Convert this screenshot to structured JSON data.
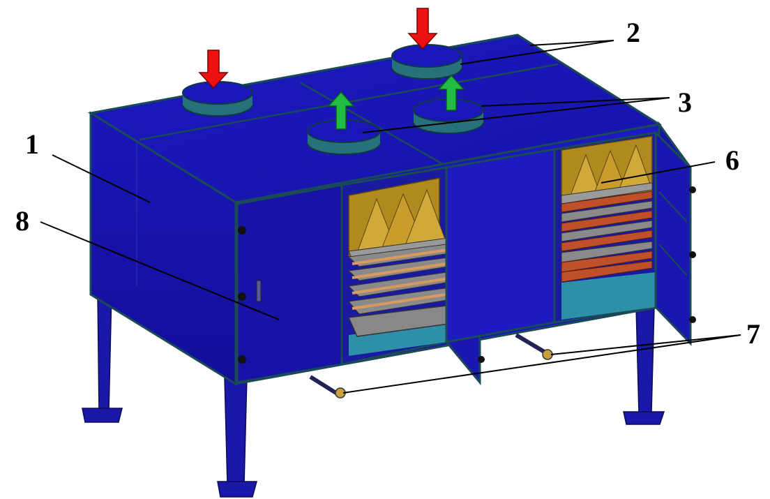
{
  "labels": {
    "l1": "1",
    "l2": "2",
    "l3": "3",
    "l6": "6",
    "l7": "7",
    "l8": "8"
  },
  "colors": {
    "body": "#1a14b4",
    "body_dark": "#10108a",
    "frame": "#1a4a55",
    "duct_ring": "#27727a",
    "shelf_gold": "#b08a1e",
    "shelf_gray": "#8a8a8a",
    "tube_copper": "#c0502a",
    "inlet_arrow": "#ee1111",
    "outlet_arrow": "#22bb44"
  },
  "arrows": {
    "inlet": "red-down-arrow",
    "outlet": "green-up-arrow"
  }
}
